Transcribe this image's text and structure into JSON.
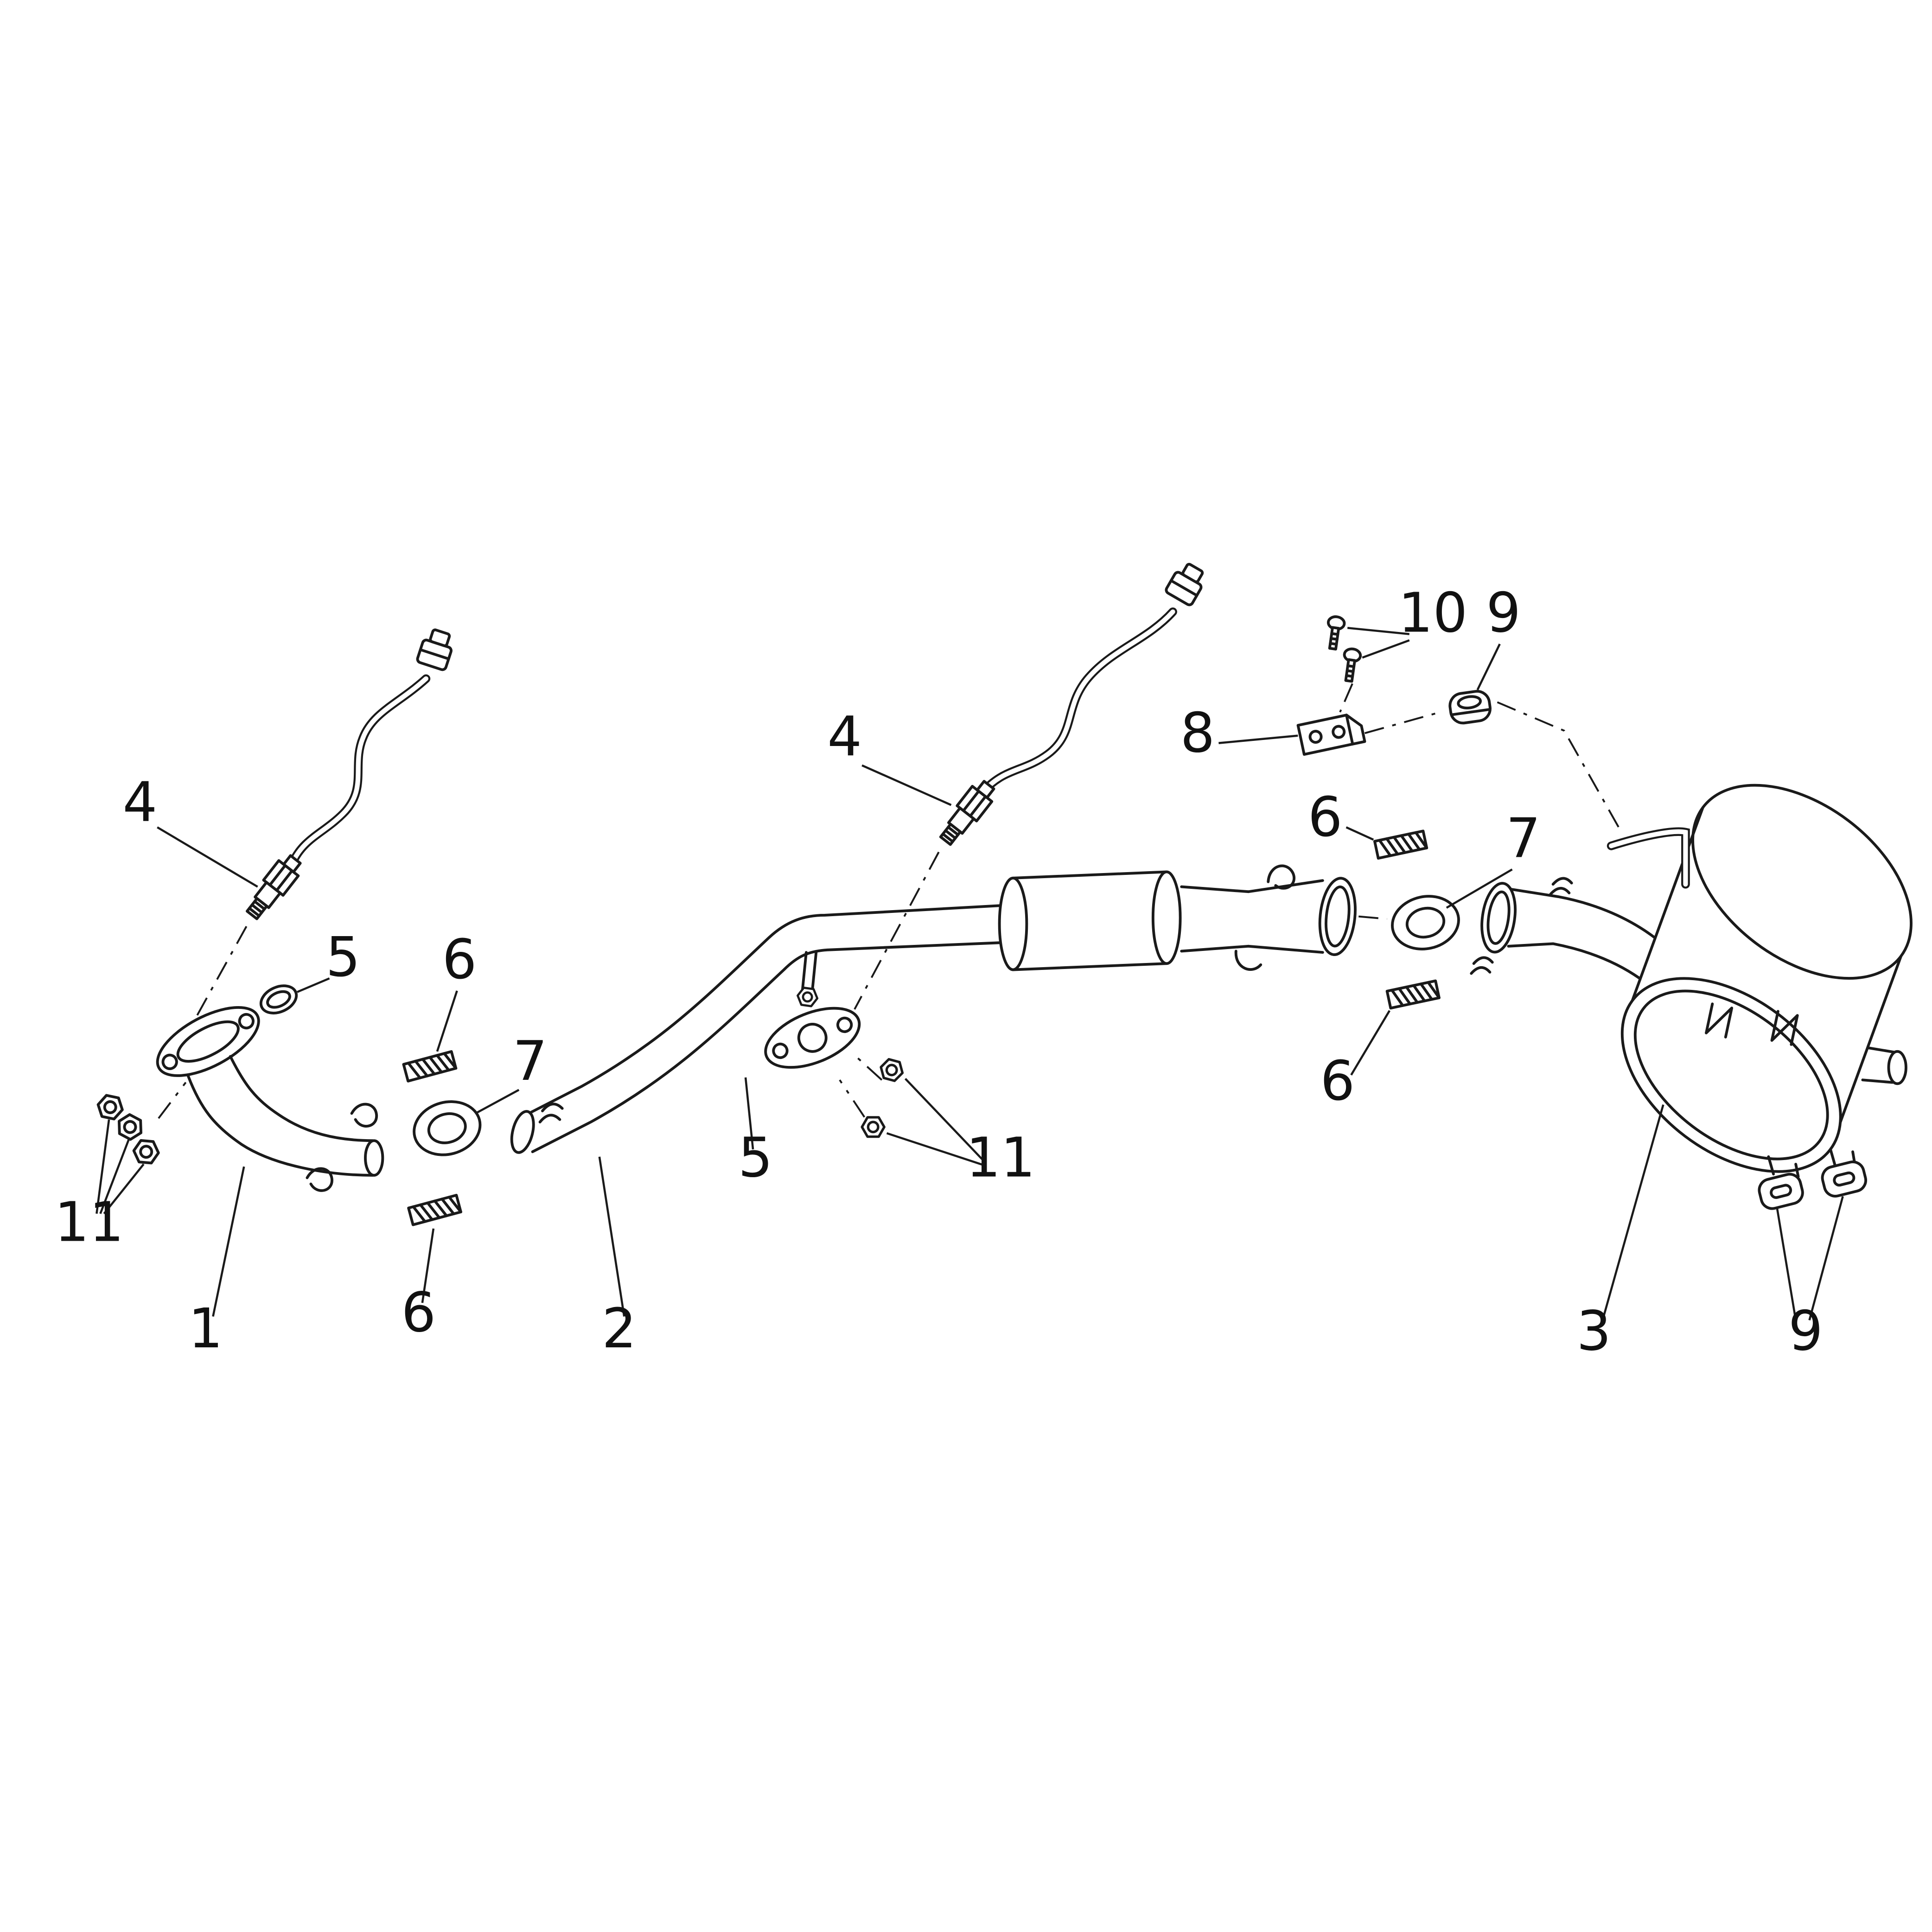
{
  "diagram": {
    "colors": {
      "background": "#ffffff",
      "line": "#1a1a1a"
    },
    "callouts": [
      {
        "label": "4",
        "part": "oxygen-sensor-front"
      },
      {
        "label": "5",
        "part": "gasket-front"
      },
      {
        "label": "6",
        "part": "spring-front-upper"
      },
      {
        "label": "7",
        "part": "seal-ring-front"
      },
      {
        "label": "11",
        "part": "flange-nuts-front"
      },
      {
        "label": "1",
        "part": "front-exhaust-pipe"
      },
      {
        "label": "6",
        "part": "spring-front-lower"
      },
      {
        "label": "2",
        "part": "middle-pipe-catalyst"
      },
      {
        "label": "5",
        "part": "gasket-middle"
      },
      {
        "label": "4",
        "part": "oxygen-sensor-rear"
      },
      {
        "label": "11",
        "part": "flange-nuts-middle"
      },
      {
        "label": "8",
        "part": "mount-bracket"
      },
      {
        "label": "10",
        "part": "bracket-bolts"
      },
      {
        "label": "9",
        "part": "rubber-grommet-upper"
      },
      {
        "label": "6",
        "part": "spring-rear-upper"
      },
      {
        "label": "7",
        "part": "seal-ring-rear"
      },
      {
        "label": "6",
        "part": "spring-rear-lower"
      },
      {
        "label": "3",
        "part": "muffler"
      },
      {
        "label": "9",
        "part": "muffler-mounts"
      }
    ]
  }
}
